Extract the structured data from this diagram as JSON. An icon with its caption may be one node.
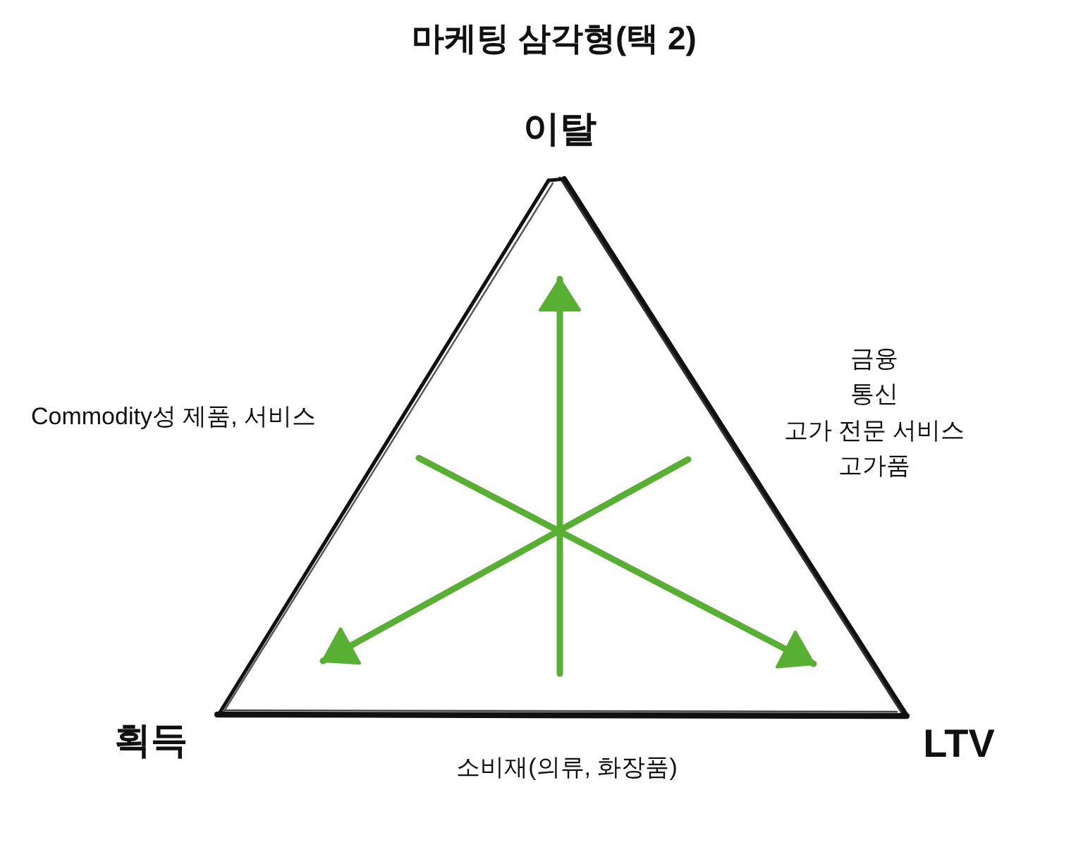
{
  "diagram": {
    "title": "마케팅 삼각형(택 2)",
    "labels": [
      "이탈",
      "Commodity성 제품, 서비스",
      "금융",
      "통신",
      "고가 전문 서비스",
      "고가품",
      "획득",
      "LTV",
      "소비재(의류, 화장품)"
    ]
  }
}
